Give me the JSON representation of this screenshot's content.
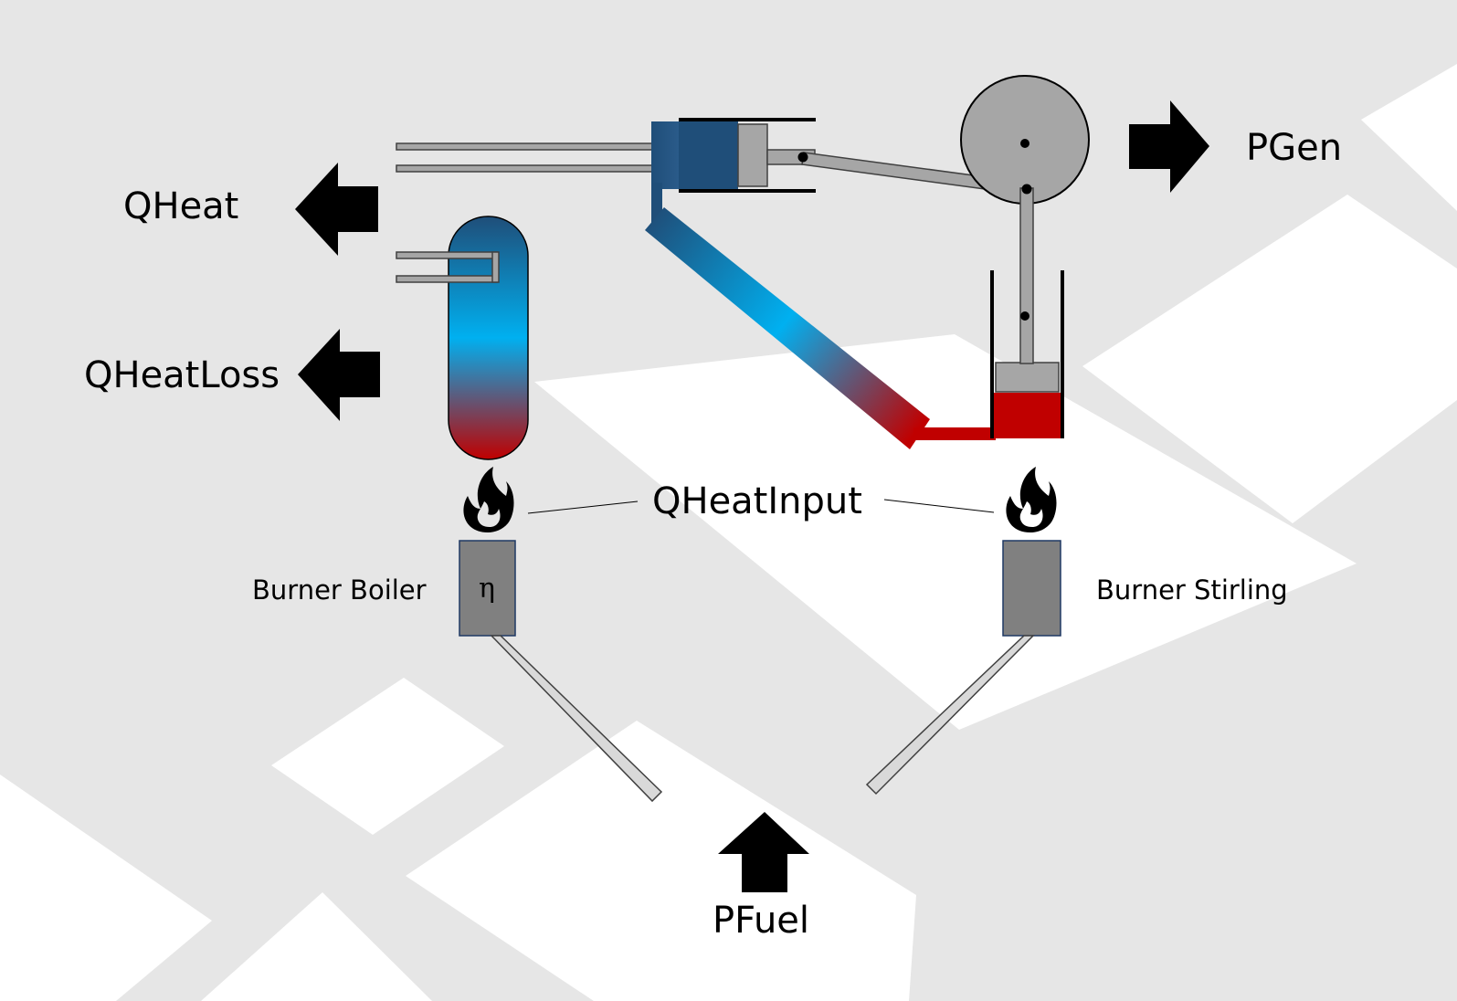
{
  "labels": {
    "q_heat": "QHeat",
    "q_heat_loss": "QHeatLoss",
    "p_gen": "PGen",
    "q_heat_input": "QHeatInput",
    "burner_boiler": "Burner Boiler",
    "burner_stirling": "Burner Stirling",
    "p_fuel": "PFuel",
    "efficiency_symbol": "η"
  },
  "colors": {
    "background": "#e6e6e6",
    "background_tiles": "#ffffff",
    "hot": "#c00000",
    "cold": "#1f4e79",
    "mid": "#00b0f0",
    "component_gray": "#a6a6a6",
    "burner_gray": "#808080",
    "arrow": "#000000"
  },
  "icons": {
    "flames": [
      "flame-icon",
      "flame-icon"
    ],
    "arrows": [
      "arrow-left-icon",
      "arrow-left-icon",
      "arrow-right-icon",
      "arrow-up-icon"
    ]
  }
}
